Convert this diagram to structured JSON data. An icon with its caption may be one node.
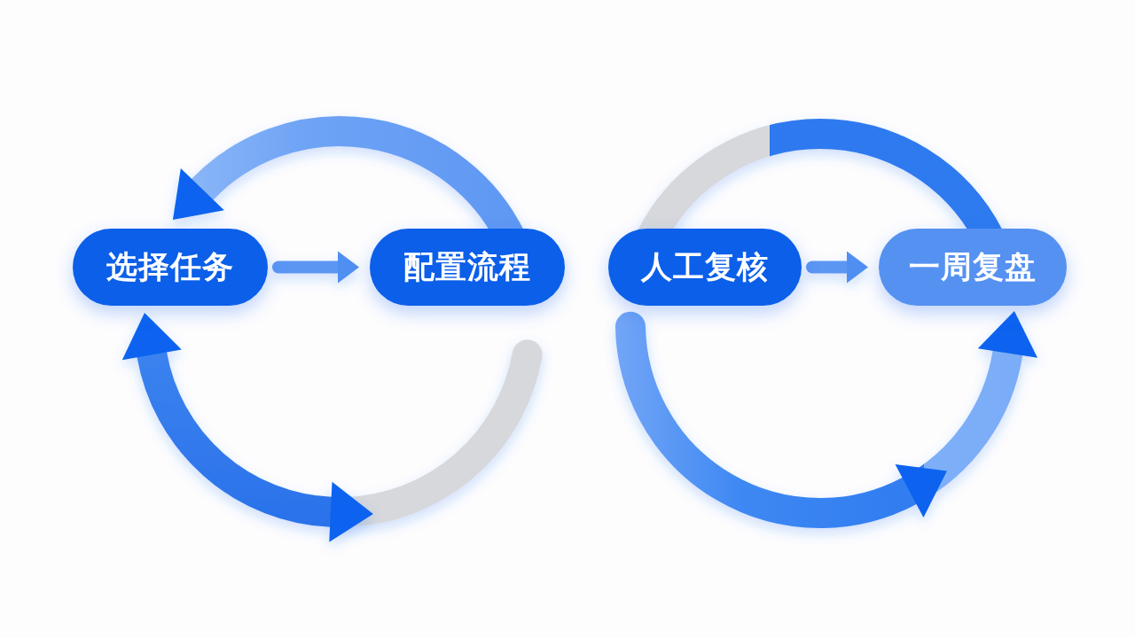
{
  "diagram": {
    "nodes": [
      {
        "text": [
          "选择任务"
        ]
      },
      {
        "text": [
          "配置流程"
        ]
      },
      {
        "text": [
          "人工复核"
        ]
      },
      {
        "text": [
          "一周复盘"
        ]
      }
    ],
    "edges": [
      {
        "from": 1,
        "to": 0,
        "arrow": "to",
        "style": "thick"
      },
      {
        "from": 0,
        "to": 1,
        "arrow": "to"
      },
      {
        "from": null,
        "to": 0,
        "arrow": "both",
        "style": "thick"
      },
      {
        "from": 2,
        "to": 3,
        "arrow": "none",
        "style": "thick"
      },
      {
        "from": 2,
        "to": 3,
        "arrow": "to"
      },
      {
        "from": 2,
        "to": 3,
        "arrow": "to",
        "style": "thick"
      }
    ]
  }
}
